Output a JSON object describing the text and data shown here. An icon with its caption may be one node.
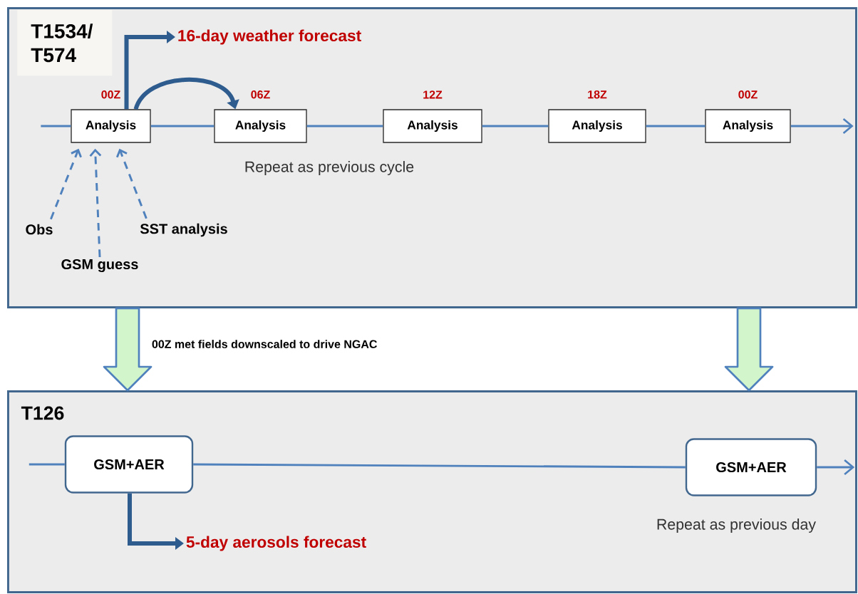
{
  "diagram": {
    "nodes": [
      {
        "text": [
          "T1534/ T574"
        ]
      },
      {
        "text": [
          "Analysis"
        ],
        "in": 0,
        "beside": [
          "00Z"
        ]
      },
      {
        "text": [
          "Analysis"
        ],
        "in": 0,
        "beside": [
          "06Z"
        ]
      },
      {
        "text": [
          "Analysis"
        ],
        "in": 0,
        "beside": [
          "12Z"
        ]
      },
      {
        "text": [
          "Analysis"
        ],
        "in": 0,
        "beside": [
          "18Z"
        ]
      },
      {
        "text": [
          "Analysis"
        ],
        "in": 0,
        "beside": [
          "00Z"
        ]
      },
      {
        "text": [
          "16-day weather forecast"
        ],
        "in": 0
      },
      {
        "text": [
          "Obs"
        ],
        "in": 0
      },
      {
        "text": [
          "GSM guess"
        ],
        "in": 0
      },
      {
        "text": [
          "SST analysis"
        ],
        "in": 0
      },
      {
        "text": [
          "T126"
        ]
      },
      {
        "text": [
          "GSM+AER"
        ],
        "in": 10
      },
      {
        "text": [
          "GSM+AER"
        ],
        "in": 10
      },
      {
        "text": [
          "5-day aerosols forecast"
        ],
        "in": 10
      }
    ],
    "edges": [
      {
        "from": null,
        "to": 1,
        "arrow": "none"
      },
      {
        "from": 1,
        "to": 2,
        "arrow": "none"
      },
      {
        "from": 1,
        "to": 2,
        "arrow": "to",
        "style": "thick",
        "color": "#2e5c8f"
      },
      {
        "from": 2,
        "to": 3,
        "arrow": "none"
      },
      {
        "from": 3,
        "to": 4,
        "arrow": "none"
      },
      {
        "from": 4,
        "to": 5,
        "arrow": "none"
      },
      {
        "from": 5,
        "to": null,
        "arrow": "to"
      },
      {
        "from": 1,
        "to": 6,
        "arrow": "to",
        "style": "thick",
        "color": "#2e5c8f"
      },
      {
        "from": 7,
        "to": 1,
        "arrow": "to",
        "style": "dashed"
      },
      {
        "from": 8,
        "to": 1,
        "arrow": "to",
        "style": "dashed"
      },
      {
        "from": 9,
        "to": 1,
        "arrow": "to",
        "style": "dashed"
      },
      {
        "from": 0,
        "to": 10,
        "arrow": "to",
        "label": "00Z met fields downscaled to drive NGAC",
        "color": "#d3f5cc"
      },
      {
        "from": 0,
        "to": 10,
        "arrow": "to",
        "color": "#d3f5cc"
      },
      {
        "from": null,
        "to": 11,
        "arrow": "none"
      },
      {
        "from": 11,
        "to": 12,
        "arrow": "none"
      },
      {
        "from": 12,
        "to": null,
        "arrow": "to"
      },
      {
        "from": 11,
        "to": 13,
        "arrow": "to",
        "style": "thick",
        "color": "#2e5c8f"
      }
    ],
    "labels": [
      "Repeat as previous cycle",
      "Repeat as previous day"
    ]
  }
}
